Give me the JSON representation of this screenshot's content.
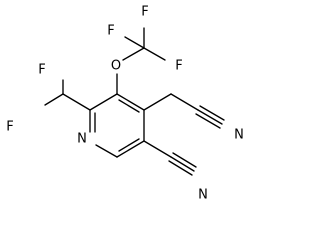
{
  "structure": {
    "atoms": {
      "f1": "F",
      "f2": "F",
      "f3": "F",
      "f4": "F",
      "f5": "F",
      "o": "O",
      "n_ring": "N",
      "n_nitrile_1": "N",
      "n_nitrile_2": "N"
    }
  }
}
